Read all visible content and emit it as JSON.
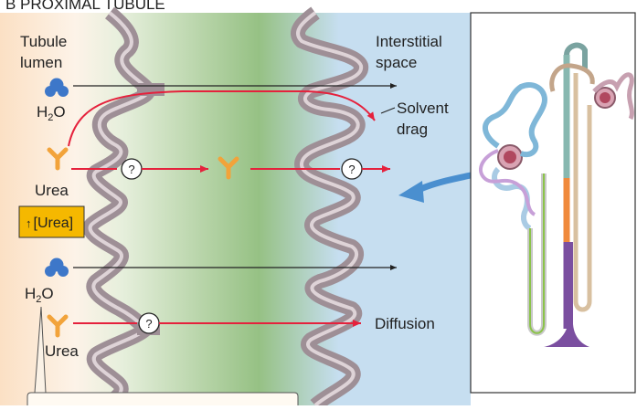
{
  "panel_title": "B  PROXIMAL TUBULE",
  "labels": {
    "tubule_lumen": [
      "Tubule",
      "lumen"
    ],
    "interstitial_space": [
      "Interstitial",
      "space"
    ],
    "solvent_drag": [
      "Solvent",
      "drag"
    ],
    "h2o_main": "H",
    "h2o_sub": "2",
    "h2o_end": "O",
    "urea": "Urea",
    "urea_conc": "[Urea]",
    "urea_conc_arrow": "↑",
    "transporter": "?",
    "diffusion": "Diffusion"
  },
  "colors": {
    "lumen_tint": "#fbe3c9",
    "cell_green": "#9bc48a",
    "interstitial_blue": "#c7def2",
    "membrane": "#9e8f96",
    "membrane_inner": "#d9ced2",
    "water": "#3d77c9",
    "urea": "#f2a33a",
    "red_arrow": "#e5213c",
    "conc_box": "#f5b800",
    "callout_arrow": "#4a8fcf"
  }
}
